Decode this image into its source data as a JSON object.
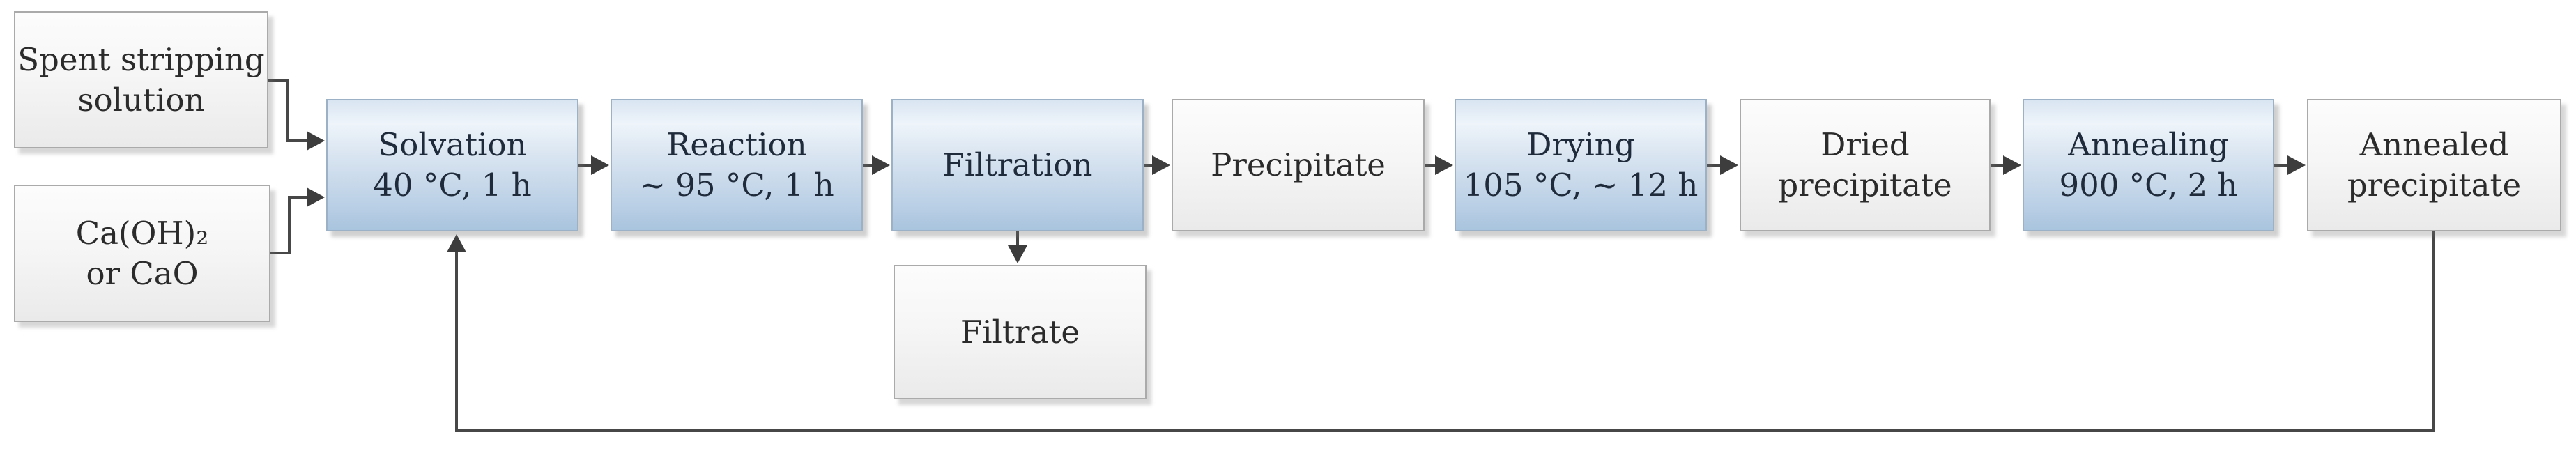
{
  "diagram": {
    "description": "Process flow diagram for recovering product from spent stripping solution",
    "boxes": [
      {
        "id": "spent-stripping-solution",
        "type": "material",
        "line1": "Spent stripping",
        "line2": "solution"
      },
      {
        "id": "calcium-source",
        "type": "material",
        "line1": "Ca(OH)₂",
        "line2": "or CaO"
      },
      {
        "id": "solvation",
        "type": "process",
        "line1": "Solvation",
        "line2": "40 °C, 1 h"
      },
      {
        "id": "reaction",
        "type": "process",
        "line1": "Reaction",
        "line2": "~ 95 °C, 1 h"
      },
      {
        "id": "filtration",
        "type": "process",
        "line1": "Filtration",
        "line2": ""
      },
      {
        "id": "precipitate",
        "type": "material",
        "line1": "Precipitate",
        "line2": ""
      },
      {
        "id": "drying",
        "type": "process",
        "line1": "Drying",
        "line2": "105 °C, ~ 12 h"
      },
      {
        "id": "dried-precipitate",
        "type": "material",
        "line1": "Dried",
        "line2": "precipitate"
      },
      {
        "id": "annealing",
        "type": "process",
        "line1": "Annealing",
        "line2": "900 °C, 2 h"
      },
      {
        "id": "annealed-precipitate",
        "type": "material",
        "line1": "Annealed",
        "line2": "precipitate"
      },
      {
        "id": "filtrate",
        "type": "material",
        "line1": "Filtrate",
        "line2": ""
      }
    ],
    "connections": [
      {
        "from": "spent-stripping-solution",
        "to": "solvation"
      },
      {
        "from": "calcium-source",
        "to": "solvation"
      },
      {
        "from": "solvation",
        "to": "reaction"
      },
      {
        "from": "reaction",
        "to": "filtration"
      },
      {
        "from": "filtration",
        "to": "precipitate"
      },
      {
        "from": "filtration",
        "to": "filtrate"
      },
      {
        "from": "precipitate",
        "to": "drying"
      },
      {
        "from": "drying",
        "to": "dried-precipitate"
      },
      {
        "from": "dried-precipitate",
        "to": "annealing"
      },
      {
        "from": "annealing",
        "to": "annealed-precipitate"
      },
      {
        "from": "annealed-precipitate",
        "to": "solvation",
        "kind": "recycle-loop"
      }
    ],
    "colors": {
      "process_fill_top": "#eef4fa",
      "process_fill_bottom": "#a9c4de",
      "process_border": "#9db1c6",
      "material_fill_top": "#fcfcfc",
      "material_fill_bottom": "#eaeaea",
      "material_border": "#aaaaaa",
      "connector": "#474747",
      "arrowhead": "#3d3d3d",
      "text": "#1f2b3a",
      "background": "#ffffff"
    }
  }
}
